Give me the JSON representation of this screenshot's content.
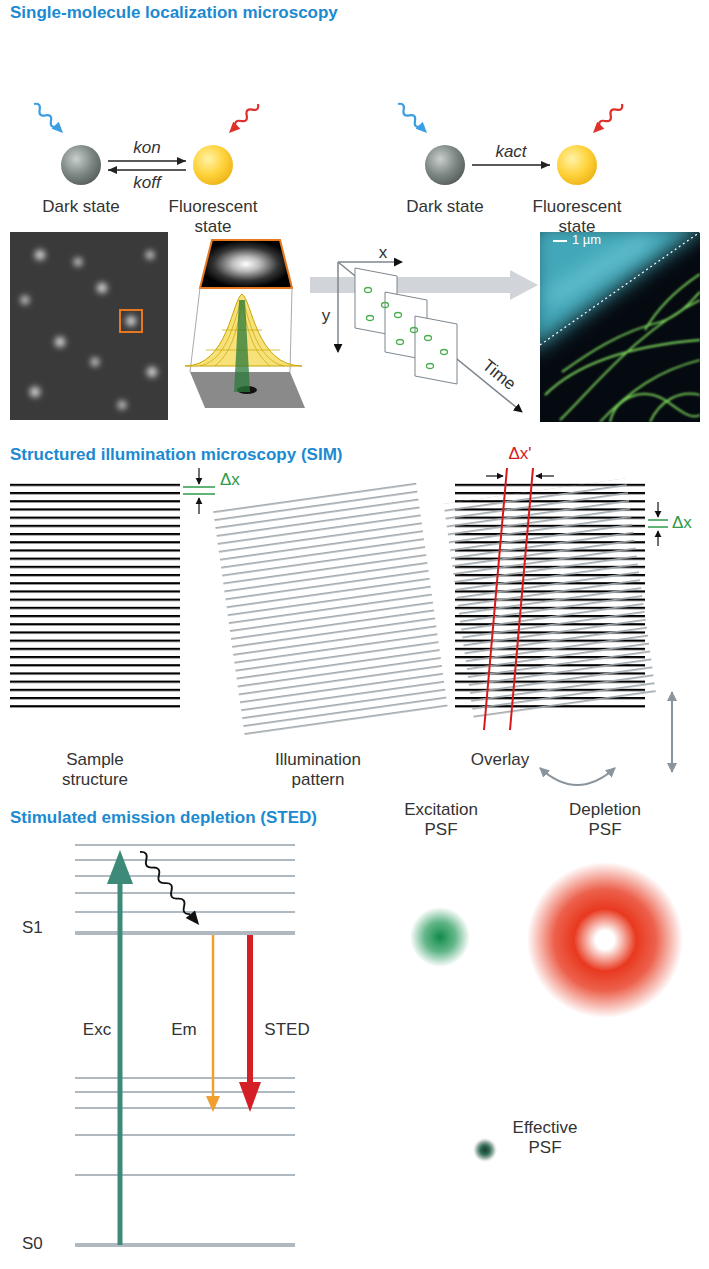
{
  "diagram": {
    "nodes": [
      {
        "text": [
          "Dark state"
        ]
      },
      {
        "text": [
          "Fluorescent state"
        ]
      },
      {
        "text": [
          "Dark state"
        ]
      },
      {
        "text": [
          "Fluorescent state"
        ]
      }
    ],
    "edges": [
      {
        "from": 0,
        "to": 1,
        "arrow": "to",
        "label": "kon"
      },
      {
        "from": 1,
        "to": 0,
        "arrow": "to",
        "label": "koff"
      },
      {
        "from": 2,
        "to": 3,
        "arrow": "to",
        "label": "kact"
      }
    ],
    "labels": [
      "Single-molecule localization microscopy",
      "x",
      "y",
      "Time",
      "1 µm",
      "Structured illumination microscopy (SIM)",
      "Δx",
      "Sample structure",
      "Illumination pattern",
      "Δx'",
      "Δx",
      "Overlay",
      "Stimulated emission depletion (STED)",
      "S1",
      "Exc",
      "Em",
      "STED",
      "S0",
      "Excitation PSF",
      "Depletion PSF",
      "Effective PSF"
    ]
  }
}
